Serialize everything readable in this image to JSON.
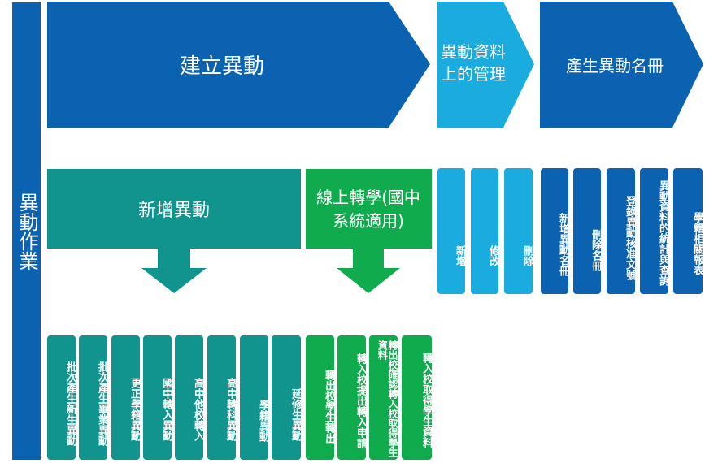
{
  "colors": {
    "dark_blue": "#0b62b0",
    "light_blue": "#1aacdf",
    "teal": "#11948e",
    "green": "#10ab4d"
  },
  "side_label": "異動作業",
  "top_row": {
    "create": "建立異動",
    "manage": "異動資料上的管理",
    "roster": "產生異動名冊"
  },
  "middle_row": {
    "add": "新增異動",
    "online": "線上轉學(國中系統適用)",
    "manage_items": [
      "新增",
      "修改",
      "刪除"
    ],
    "roster_items": [
      "新增異動名冊",
      "刪除名冊",
      "登錄異動核准文號",
      "異動資料的統計與查詢",
      "學籍相關報表"
    ]
  },
  "bottom_row": {
    "teal_items": [
      "批次產生新生異動",
      "批次產生畢業異動",
      "更正學籍異動",
      "國中轉入異動",
      "高中他校轉入",
      "高中轉科異動",
      "學籍異動",
      "延修生異動"
    ],
    "green_items": [
      "轉出校學生轉出",
      "轉入校提出轉入申請",
      "轉出校確認轉入校取得學生資料",
      "轉入校取得學生資料"
    ]
  }
}
